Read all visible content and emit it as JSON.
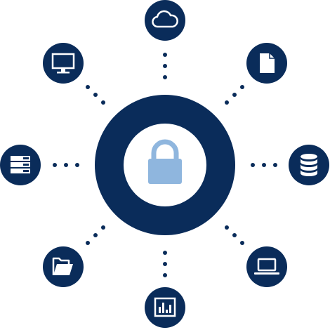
{
  "colors": {
    "background": "#ffffff",
    "navy": "#0a2c5a",
    "lock": "#8fb6de",
    "icon": "#ffffff"
  },
  "center": {
    "icon": "lock-icon"
  },
  "nodes": [
    {
      "id": "cloud",
      "icon": "cloud-icon"
    },
    {
      "id": "document",
      "icon": "document-icon"
    },
    {
      "id": "database",
      "icon": "database-icon"
    },
    {
      "id": "laptop",
      "icon": "laptop-icon"
    },
    {
      "id": "analytics",
      "icon": "bar-chart-icon"
    },
    {
      "id": "folder",
      "icon": "folder-icon"
    },
    {
      "id": "server",
      "icon": "server-icon"
    },
    {
      "id": "monitor",
      "icon": "monitor-icon"
    }
  ]
}
